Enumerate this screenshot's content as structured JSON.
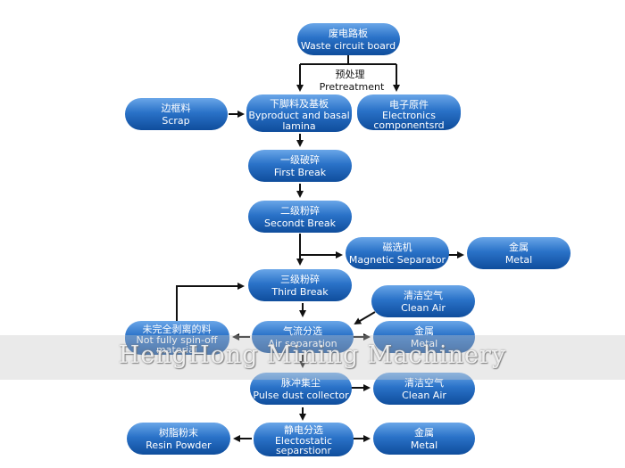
{
  "colors": {
    "node_fill": "#1a5fb4",
    "node_highlight": "#6aa6e8",
    "arrow": "#111111",
    "watermark_band": "#c8c8c8"
  },
  "nodes": {
    "waste_circuit_board": {
      "zh": "废电路板",
      "en": "Waste circuit board"
    },
    "byproduct": {
      "zh": "下脚料及基板",
      "en": "Byproduct and basal",
      "en2": "lamina"
    },
    "scrap": {
      "zh": "边框料",
      "en": "Scrap"
    },
    "electronics": {
      "zh": "电子原件",
      "en": "Electronics",
      "en2": "componentsrd"
    },
    "first_break": {
      "zh": "一级破碎",
      "en": "First Break"
    },
    "second_break": {
      "zh": "二级粉碎",
      "en": "Secondt Break"
    },
    "magnetic_separator": {
      "zh": "磁选机",
      "en": "Magnetic Separator"
    },
    "metal_magnetic": {
      "zh": "金属",
      "en": "Metal"
    },
    "third_break": {
      "zh": "三级粉碎",
      "en": "Third Break"
    },
    "clean_air_top": {
      "zh": "清洁空气",
      "en": "Clean Air"
    },
    "not_fully": {
      "zh": "未完全剥离的料",
      "en": "Not fully spin-off",
      "en2": "material"
    },
    "air_separation": {
      "zh": "气流分选",
      "en": "Air separation"
    },
    "metal_air": {
      "zh": "金属",
      "en": "Metal"
    },
    "pulse_dust": {
      "zh": "脉冲集尘",
      "en": "Pulse dust collector"
    },
    "clean_air_bottom": {
      "zh": "清洁空气",
      "en": "Clean Air"
    },
    "resin_powder": {
      "zh": "树脂粉末",
      "en": "Resin Powder"
    },
    "electrostatic": {
      "zh": "静电分选",
      "en": "Electostatic",
      "en2": "separstionr"
    },
    "metal_electrostatic": {
      "zh": "金属",
      "en": "Metal"
    }
  },
  "labels": {
    "pretreatment_zh": "预处理",
    "pretreatment_en": "Pretreatment"
  },
  "watermark": "HengHong Mining Machinery"
}
